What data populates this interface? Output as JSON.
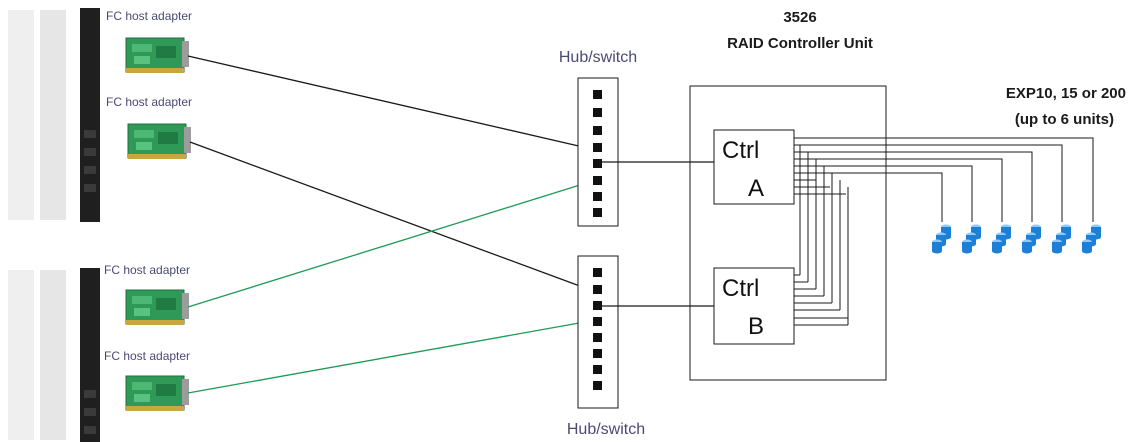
{
  "controller": {
    "model": "3526",
    "title": "RAID Controller Unit",
    "ctrl_a": {
      "line1": "Ctrl",
      "line2": "A"
    },
    "ctrl_b": {
      "line1": "Ctrl",
      "line2": "B"
    }
  },
  "hubs": {
    "top_label": "Hub/switch",
    "bottom_label": "Hub/switch"
  },
  "adapters": [
    {
      "label": "FC host adapter"
    },
    {
      "label": "FC host adapter"
    },
    {
      "label": "FC host adapter"
    },
    {
      "label": "FC host adapter"
    }
  ],
  "expansion": {
    "line1": "EXP10, 15 or 200",
    "line2": "(up to 6 units)"
  },
  "colors": {
    "black_link": "#1a1a1a",
    "green_link": "#1f9a55",
    "adapter_board": "#2f9a57",
    "drive_blue": "#1e7fd6",
    "server_body": "#1f1f1f"
  }
}
